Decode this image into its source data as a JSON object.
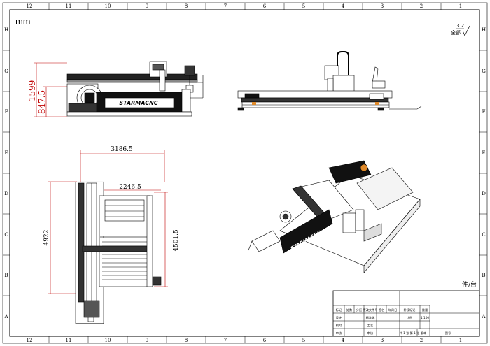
{
  "sheet": {
    "unit": "mm",
    "surface_symbol": "3.2",
    "surface_note": "全部",
    "quantity_label": "件/台",
    "col_labels": [
      "12",
      "11",
      "10",
      "9",
      "8",
      "7",
      "6",
      "5",
      "4",
      "3",
      "2",
      "1"
    ],
    "row_labels": [
      "H",
      "G",
      "F",
      "E",
      "D",
      "C",
      "B",
      "A"
    ]
  },
  "front_view": {
    "brand": "STARMACNC",
    "dim_total_height": "1599",
    "dim_axis_height": "847.5"
  },
  "side_view": {},
  "top_view": {
    "dim_width_overall": "3186.5",
    "dim_width_inner": "2246.5",
    "dim_length_overall": "4922",
    "dim_length_table": "4501.5"
  },
  "iso_view": {
    "brand": "STARMACNC"
  },
  "title_block": {
    "cells": [
      {
        "id": "r1c1",
        "text": "标记"
      },
      {
        "id": "r1c2",
        "text": "处数"
      },
      {
        "id": "r1c3",
        "text": "分区"
      },
      {
        "id": "r1c4",
        "text": "更改文件号"
      },
      {
        "id": "r1c5",
        "text": "签名"
      },
      {
        "id": "r1c6",
        "text": "年月日"
      },
      {
        "id": "r2c1",
        "text": "设计"
      },
      {
        "id": "r2c3",
        "text": "标准化"
      },
      {
        "id": "r3c1",
        "text": "校对"
      },
      {
        "id": "r3c3",
        "text": "工艺"
      },
      {
        "id": "r4c1",
        "text": "审核"
      },
      {
        "id": "r4c3",
        "text": "审核"
      },
      {
        "id": "r5c3",
        "text": "批准"
      },
      {
        "id": "stage",
        "text": "阶段标记"
      },
      {
        "id": "weight",
        "text": "重量"
      },
      {
        "id": "scale",
        "text": "比例"
      },
      {
        "id": "scale_value",
        "text": "1:100"
      },
      {
        "id": "sheets",
        "text": "共 1 张  第 1 张"
      },
      {
        "id": "version",
        "text": "版本"
      },
      {
        "id": "drawing_no",
        "text": "图号"
      }
    ]
  }
}
